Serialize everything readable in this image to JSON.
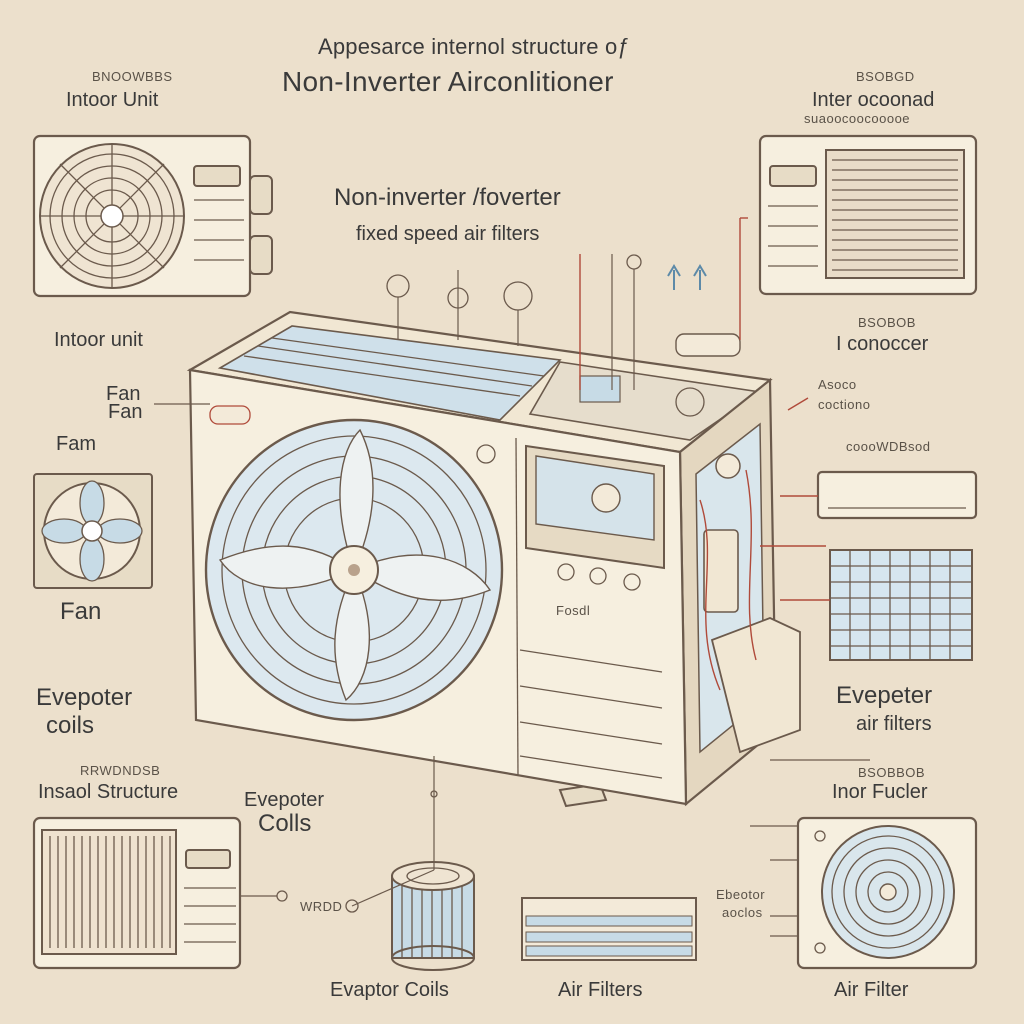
{
  "title": {
    "line1": "Appesarce internol structure oƒ",
    "line2": "Non-Inverter Airconlitioner"
  },
  "center": {
    "line1": "Non-inverter /foverter",
    "line2": "fixed speed air filters"
  },
  "labels": {
    "top_left_small": "BNOOWBBS",
    "top_left": "Intoor Unit",
    "indoor_unit": "Intoor unit",
    "fan_a": "Fan",
    "fan_b": "Fan",
    "fan_c": "Fam",
    "fan_d": "Fan",
    "evap_left_1": "Evepoter",
    "evap_left_2": "coils",
    "inside_small": "RRWDNDSB",
    "inside": "Insaol Structure",
    "evap_mid_1": "Evepoter",
    "evap_mid_2": "Colls",
    "bottom_evap": "Evaptor Coils",
    "bottom_filters": "Air Filters",
    "bottom_filter": "Air Filter",
    "top_right_small": "BSOBGD",
    "top_right_1": "Inter ocoonad",
    "top_right_2": "suaoocoocooooe",
    "right_small_1": "BSOBOB",
    "right_2": "I conoccer",
    "right_3a": "Asoco",
    "right_3b": "coctiono",
    "right_4": "coooWDBsod",
    "right_evap_1": "Evepeter",
    "right_evap_2": "air filters",
    "right_small_2": "BSOBBOB",
    "right_6": "Inor Fucler",
    "right_7a": "Ebeotor",
    "right_7b": "aoclos",
    "panel_text": "Fosdl",
    "mid_small": "WRDD"
  },
  "colors": {
    "background": "#ece0cc",
    "ink": "#6b5a4c",
    "unit_body": "#f6efdf",
    "coil_blue": "#c7dbe6"
  }
}
